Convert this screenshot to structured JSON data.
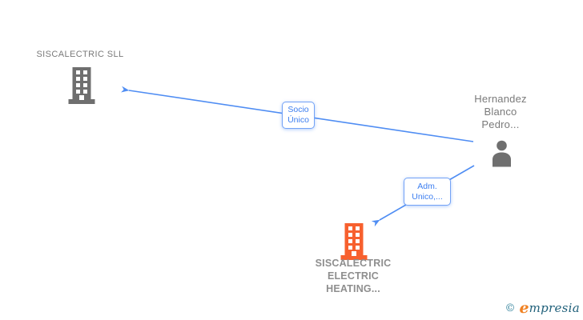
{
  "page": {
    "background": "#ffffff"
  },
  "colors": {
    "edge_blue": "#4f8df3",
    "edge_blue_light": "#73a2f6",
    "edge_text_blue": "#3c7ef0",
    "text_gray": "#7a7a7a",
    "text_gray_bold": "#8e8e8e",
    "icon_gray": "#6f6f6f",
    "icon_orange": "#f7602e",
    "logo_teal": "#2d7f99",
    "logo_teal_dark": "#20607a",
    "logo_orange": "#f08122"
  },
  "nodes": {
    "company_top": {
      "label": "SISCALECTRIC SLL",
      "icon": "building-icon",
      "type": "company"
    },
    "person": {
      "lines": [
        "Hernandez",
        "Blanco",
        "Pedro..."
      ],
      "icon": "person-icon",
      "type": "person"
    },
    "company_bottom": {
      "lines": [
        "SISCALECTRIC",
        "ELECTRIC",
        "HEATING..."
      ],
      "icon": "building-icon",
      "type": "company"
    }
  },
  "edges": {
    "socio": {
      "lines": [
        "Socio",
        "Único"
      ],
      "from": "person",
      "to": "company_top"
    },
    "adm": {
      "lines": [
        "Adm.",
        "Unico,..."
      ],
      "from": "person",
      "to": "company_bottom"
    }
  },
  "watermark": {
    "copyright": "©",
    "brand_initial": "e",
    "brand_rest": "mpresia"
  }
}
